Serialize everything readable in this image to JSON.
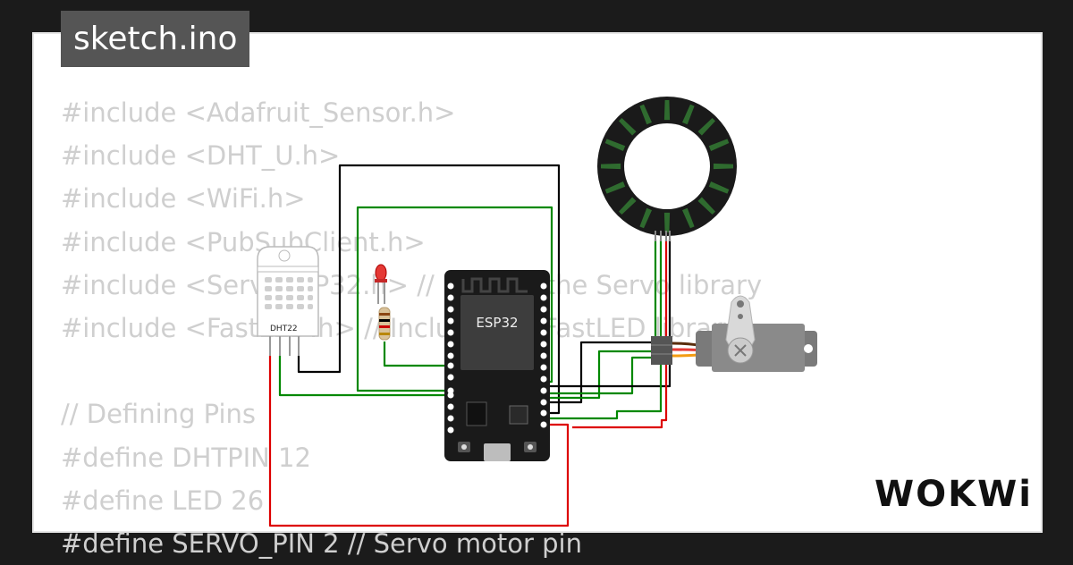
{
  "file_tab": {
    "label": "sketch.ino"
  },
  "code": {
    "lines": [
      "#include <Adafruit_Sensor.h>",
      "#include <DHT_U.h>",
      "#include <WiFi.h>",
      "#include <PubSubClient.h>",
      "#include <ServoESP32.h> // Include the Servo library",
      "#include <FastLED.h> // Include the FastLED library",
      "",
      "// Defining Pins",
      "#define DHTPIN 12",
      "#define LED 26",
      "#define SERVO_PIN 2 // Servo motor pin"
    ]
  },
  "components": {
    "dht_label": "DHT22",
    "esp_label": "ESP32",
    "ring_led_count": 16
  },
  "colors": {
    "code_text": "#cfcfcf",
    "wire_black": "#000000",
    "wire_green": "#008800",
    "wire_red": "#dd0000",
    "ring_green": "#2f6b2f"
  },
  "brand": {
    "logo_text": "WOKWi"
  }
}
